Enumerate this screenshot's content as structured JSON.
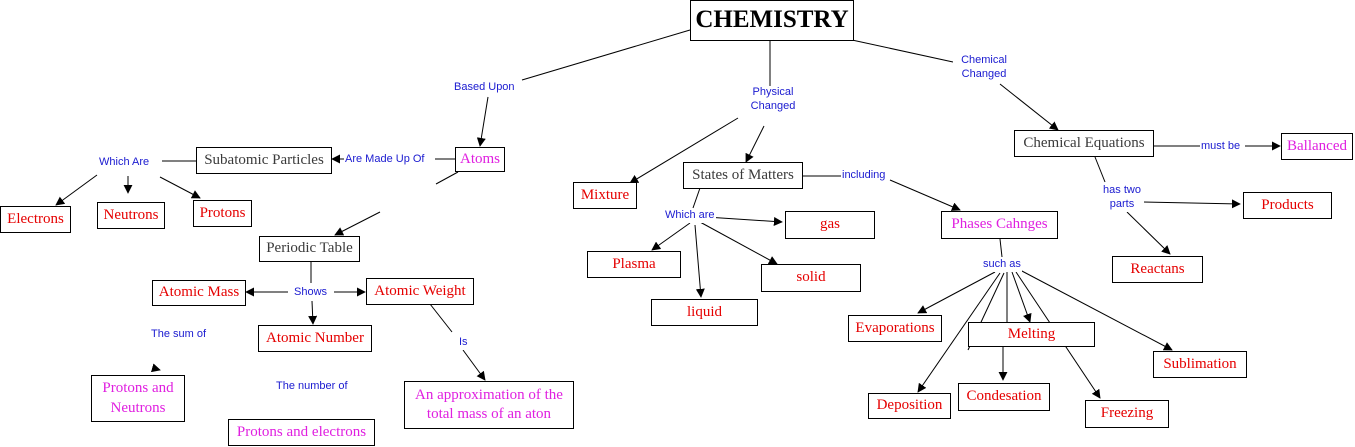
{
  "title": "CHEMISTRY",
  "colors": {
    "concept_red": "#e50000",
    "concept_magenta": "#e020e0",
    "concept_gray": "#3a3a3a",
    "link_label_blue": "#1a1ad0",
    "line": "#000000"
  },
  "nodes": {
    "chemistry": "CHEMISTRY",
    "atoms": "Atoms",
    "subatomic_particles": "Subatomic Particles",
    "electrons": "Electrons",
    "neutrons": "Neutrons",
    "protons": "Protons",
    "periodic_table": "Periodic Table",
    "atomic_mass": "Atomic Mass",
    "atomic_weight": "Atomic Weight",
    "atomic_number": "Atomic Number",
    "protons_and_neutrons": "Protons and Neutrons",
    "protons_and_electrons": "Protons and electrons",
    "approximation": "An approximation of the total mass of an aton",
    "mixture": "Mixture",
    "states_of_matters": "States of Matters",
    "gas": "gas",
    "plasma": "Plasma",
    "solid": "solid",
    "liquid": "liquid",
    "phases_changes": "Phases Cahnges",
    "evaporations": "Evaporations",
    "melting": "Melting",
    "sublimation": "Sublimation",
    "deposition": "Deposition",
    "condesation": "Condesation",
    "freezing": "Freezing",
    "chemical_equations": "Chemical Equations",
    "ballanced": "Ballanced",
    "products": "Products",
    "reactans": "Reactans"
  },
  "links": {
    "based_upon": "Based Upon",
    "physical_changed": "Physical Changed",
    "chemical_changed": "Chemical Changed",
    "are_made_up_of": "Are Made Up Of",
    "which_are_particles": "Which Are",
    "shows": "Shows",
    "the_sum_of": "The sum of",
    "the_number_of": "The number of",
    "is": "Is",
    "which_are_states": "Which are",
    "including": "including",
    "such_as": "such as",
    "must_be": "must be",
    "has_two_parts": "has two parts"
  }
}
